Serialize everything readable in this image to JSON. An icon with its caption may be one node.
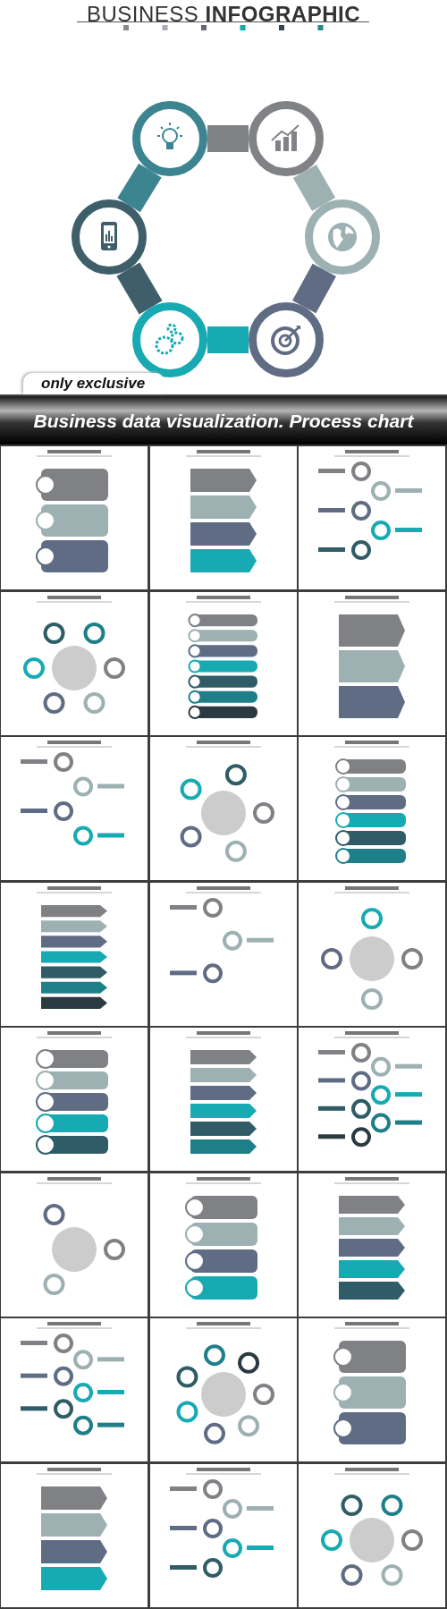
{
  "diagram": {
    "title": "BUSINESS **INFOGRAPHIC**",
    "nodes": [
      {
        "text": [],
        "shape": "circle"
      },
      {
        "text": [],
        "shape": "circle"
      },
      {
        "text": [],
        "shape": "circle"
      },
      {
        "text": [],
        "shape": "circle"
      },
      {
        "text": [],
        "shape": "circle"
      },
      {
        "text": [],
        "shape": "circle"
      }
    ],
    "edges": [
      {
        "from": 0,
        "to": 1,
        "arrow": "none",
        "color": "#808286"
      },
      {
        "from": 1,
        "to": 3,
        "arrow": "none",
        "color": "#9db0b2"
      },
      {
        "from": 3,
        "to": 5,
        "arrow": "none",
        "color": "#5f6c84"
      },
      {
        "from": 5,
        "to": 4,
        "arrow": "none",
        "color": "#18aab2"
      },
      {
        "from": 4,
        "to": 2,
        "arrow": "none",
        "color": "#3e5e6a"
      },
      {
        "from": 2,
        "to": 0,
        "arrow": "none",
        "color": "#3b8490"
      }
    ],
    "labels": [
      "only exclusive",
      "Business data visualization. Process chart"
    ]
  }
}
